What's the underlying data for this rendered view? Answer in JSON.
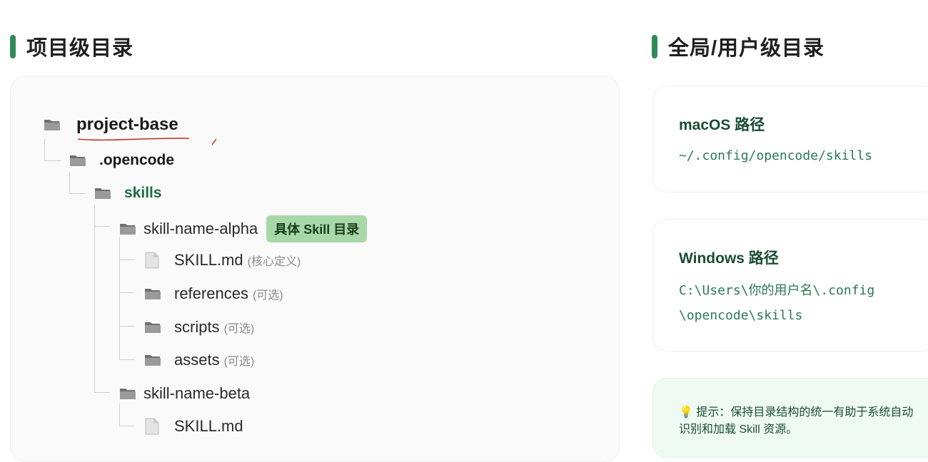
{
  "left_section": {
    "title": "项目级目录"
  },
  "right_section": {
    "title": "全局/用户级目录"
  },
  "tree": {
    "root": "project-base",
    "opencode": ".opencode",
    "skills": "skills",
    "alpha": {
      "name": "skill-name-alpha",
      "badge": "具体 Skill 目录"
    },
    "alpha_children": [
      {
        "name": "SKILL.md",
        "note": "(核心定义)",
        "kind": "file"
      },
      {
        "name": "references",
        "note": "(可选)",
        "kind": "folder"
      },
      {
        "name": "scripts",
        "note": "(可选)",
        "kind": "folder"
      },
      {
        "name": "assets",
        "note": "(可选)",
        "kind": "folder"
      }
    ],
    "beta": {
      "name": "skill-name-beta"
    },
    "beta_children": [
      {
        "name": "SKILL.md",
        "kind": "file"
      }
    ]
  },
  "mac": {
    "title": "macOS 路径",
    "path": "~/.config/opencode/skills"
  },
  "windows": {
    "title": "Windows 路径",
    "path_line1": "C:\\Users\\你的用户名\\.config",
    "path_line2": "\\opencode\\skills"
  },
  "tip": {
    "icon": "lightbulb-icon",
    "text": "💡 提示：保持目录结构的统一有助于系统自动识别和加载 Skill 资源。"
  },
  "colors": {
    "accent": "#2e8b57",
    "badge_bg": "#a8d8a8",
    "annotation_red": "#c0392b"
  }
}
